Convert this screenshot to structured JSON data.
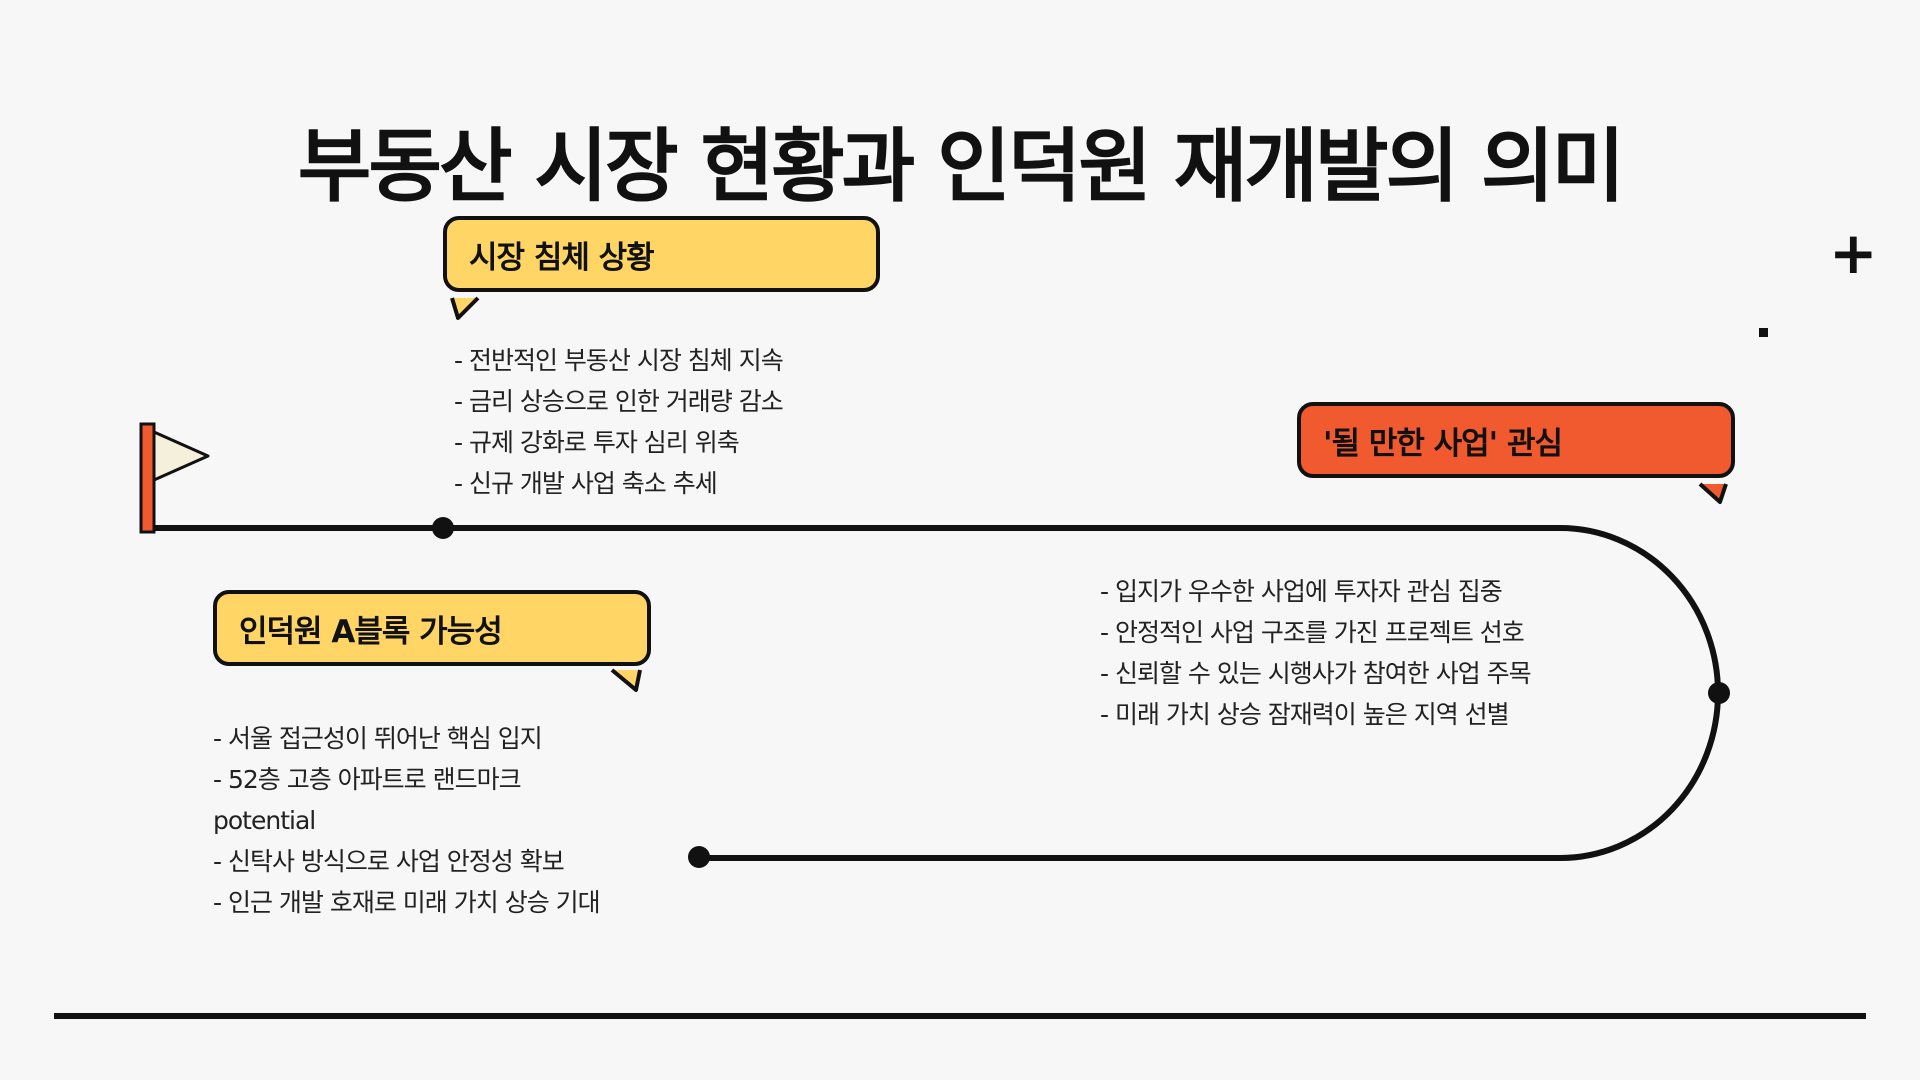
{
  "title": "부동산 시장 현황과 인덕원 재개발의 의미",
  "colors": {
    "yellow": "#ffd666",
    "orange": "#f15a2e",
    "ink": "#111111",
    "flag": "#f5f0dc"
  },
  "sections": [
    {
      "heading": "시장 침체 상황",
      "items": [
        "- 전반적인 부동산 시장 침체 지속",
        "- 금리 상승으로 인한 거래량 감소",
        "- 규제 강화로 투자 심리 위축",
        "- 신규 개발 사업 축소 추세"
      ]
    },
    {
      "heading": "'될 만한 사업' 관심",
      "items": [
        "- 입지가 우수한 사업에 투자자 관심 집중",
        "- 안정적인 사업 구조를 가진 프로젝트 선호",
        "- 신뢰할 수 있는 시행사가 참여한 사업 주목",
        "- 미래 가치 상승 잠재력이 높은 지역 선별"
      ]
    },
    {
      "heading": "인덕원 A블록 가능성",
      "items": [
        "- 서울 접근성이 뛰어난 핵심 입지",
        "- 52층 고층 아파트로 랜드마크",
        "potential",
        "- 신탁사 방식으로 사업 안정성 확보",
        "- 인근 개발 호재로 미래 가치 상승 기대"
      ]
    }
  ],
  "icons": {
    "start": "flag-icon",
    "decor_1": "plus-icon",
    "decor_2": "square-dot-icon"
  },
  "decor_plus": "+"
}
